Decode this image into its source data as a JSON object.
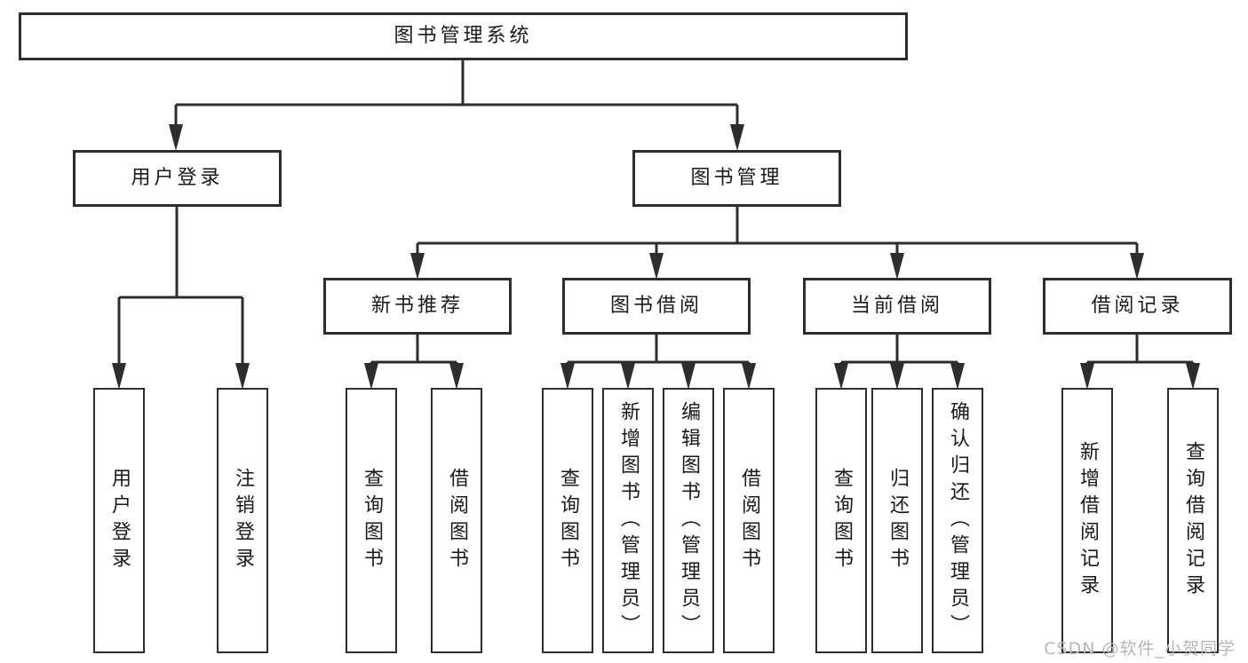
{
  "colors": {
    "background": "#ffffff",
    "line": "#2d2d2d",
    "box_border": "#2d2d2d",
    "text": "#1a1a1a",
    "watermark": "#b6b6b6"
  },
  "icons": {
    "connector_arrow": "arrowhead-down-icon"
  },
  "watermark": {
    "text": "CSDN @软件_小贺同学"
  },
  "diagram": {
    "root": {
      "label": "图书管理系统"
    },
    "branches": [
      {
        "label": "用户登录",
        "children": [
          {
            "label": "用户登录"
          },
          {
            "label": "注销登录"
          }
        ]
      },
      {
        "label": "图书管理",
        "sections": [
          {
            "label": "新书推荐",
            "children": [
              {
                "label": "查询图书"
              },
              {
                "label": "借阅图书"
              }
            ]
          },
          {
            "label": "图书借阅",
            "children": [
              {
                "label": "查询图书"
              },
              {
                "label": "新增图书（管理员）"
              },
              {
                "label": "编辑图书（管理员）"
              },
              {
                "label": "借阅图书"
              }
            ]
          },
          {
            "label": "当前借阅",
            "children": [
              {
                "label": "查询图书"
              },
              {
                "label": "归还图书"
              },
              {
                "label": "确认归还（管理员）"
              }
            ]
          },
          {
            "label": "借阅记录",
            "children": [
              {
                "label": "新增借阅记录"
              },
              {
                "label": "查询借阅记录"
              }
            ]
          }
        ]
      }
    ]
  }
}
